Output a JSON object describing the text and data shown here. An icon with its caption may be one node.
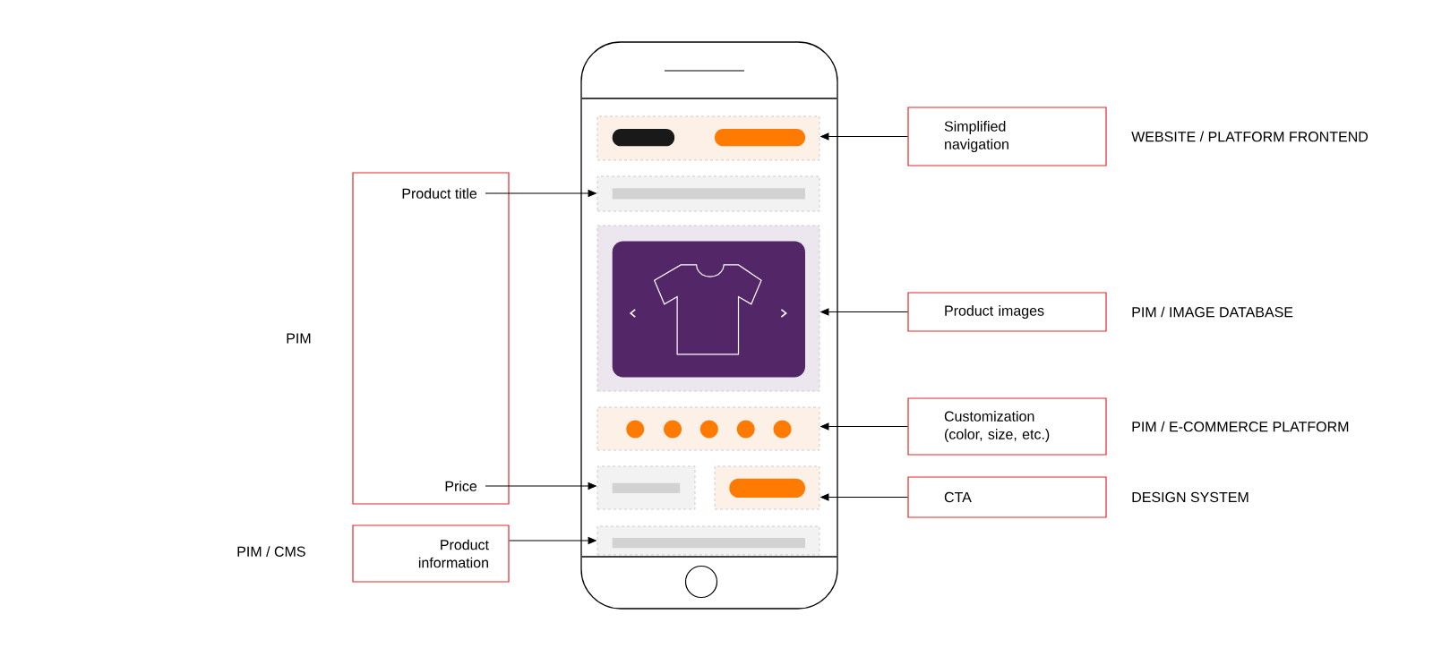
{
  "diagram": {
    "nodes": [
      {
        "text": [],
        "shape": "box",
        "beside": [
          "PIM"
        ]
      },
      {
        "text": [
          "Product title"
        ],
        "in": 0
      },
      {
        "text": [
          "Price"
        ],
        "in": 0
      },
      {
        "text": [
          "Product information"
        ],
        "beside": [
          "PIM / CMS"
        ]
      },
      {
        "text": [
          "Simplified navigation"
        ],
        "beside": [
          "WEBSITE / PLATFORM FRONTEND"
        ]
      },
      {
        "text": [
          "Product images"
        ],
        "beside": [
          "PIM / IMAGE DATABASE"
        ]
      },
      {
        "text": [
          "Customization (color, size, etc.)"
        ],
        "beside": [
          "PIM / E-COMMERCE PLATFORM"
        ]
      },
      {
        "text": [
          "CTA"
        ],
        "beside": [
          "DESIGN SYSTEM"
        ]
      },
      {
        "text": [],
        "shape": "box"
      },
      {
        "text": [],
        "shape": "box",
        "in": 8
      },
      {
        "text": [],
        "shape": "box",
        "in": 8
      },
      {
        "text": [],
        "shape": "box",
        "in": 8
      },
      {
        "text": [],
        "shape": "box",
        "in": 8
      },
      {
        "text": [],
        "shape": "box",
        "in": 8
      },
      {
        "text": [],
        "shape": "box",
        "in": 8
      },
      {
        "text": [],
        "shape": "box",
        "in": 8
      }
    ],
    "edges": [
      {
        "from": 1,
        "to": 10,
        "arrow": "to"
      },
      {
        "from": 2,
        "to": 13,
        "arrow": "to"
      },
      {
        "from": 3,
        "to": 15,
        "arrow": "to"
      },
      {
        "from": 4,
        "to": 9,
        "arrow": "to"
      },
      {
        "from": 5,
        "to": 11,
        "arrow": "to"
      },
      {
        "from": 6,
        "to": 12,
        "arrow": "to"
      },
      {
        "from": 7,
        "to": 14,
        "arrow": "to"
      }
    ]
  }
}
